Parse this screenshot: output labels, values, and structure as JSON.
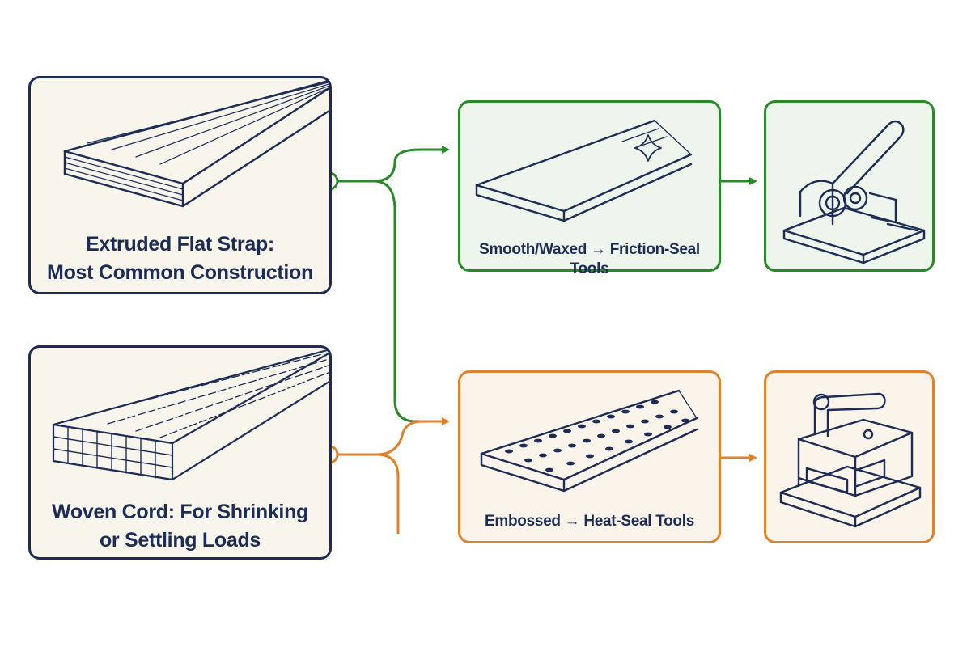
{
  "nodes": {
    "extruded": {
      "line1": "Extruded Flat Strap:",
      "line2": "Most Common Construction",
      "illustration": "flat-strap-illustration"
    },
    "woven": {
      "line1": "Woven Cord: For Shrinking",
      "line2": "or Settling Loads",
      "illustration": "woven-cord-illustration"
    },
    "smooth": {
      "label": "Smooth/Waxed → Friction-Seal Tools",
      "illustration": "smooth-strap-illustration"
    },
    "friction_tool": {
      "illustration": "friction-seal-tool-illustration"
    },
    "embossed": {
      "label": "Embossed → Heat-Seal Tools",
      "illustration": "embossed-strap-illustration"
    },
    "heat_tool": {
      "illustration": "heat-seal-tool-illustration"
    }
  },
  "colors": {
    "navy": "#1c2c55",
    "green": "#2a8a2a",
    "orange": "#e0822a",
    "navy_bg": "#f7f5ec",
    "green_bg": "#eef5ec",
    "orange_bg": "#fbf4ea"
  }
}
